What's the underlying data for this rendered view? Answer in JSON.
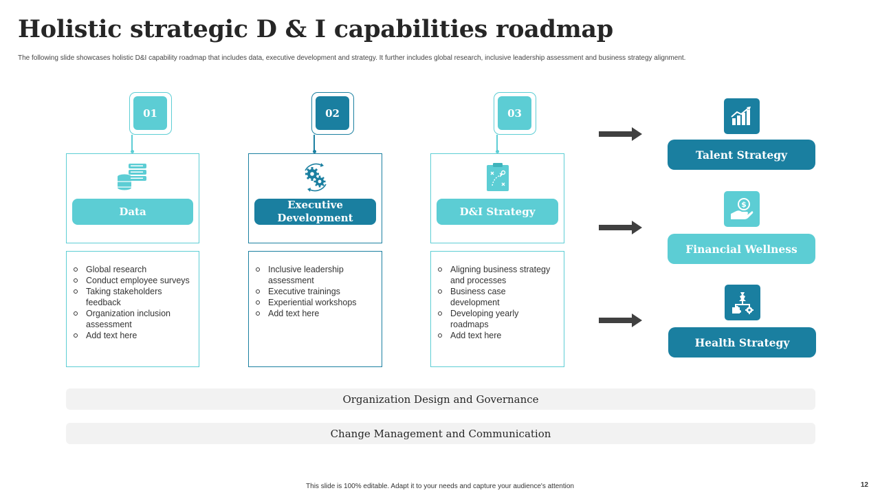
{
  "title": "Holistic strategic D & I capabilities roadmap",
  "subtitle": "The following slide showcases holistic D&I capability roadmap that includes data, executive development and strategy. It further includes global research, inclusive leadership assessment and business strategy alignment.",
  "colors": {
    "light_teal": "#5ccdd4",
    "dark_teal": "#1a7fa0",
    "band_gray": "#f2f2f2",
    "arrow": "#404040"
  },
  "columns": [
    {
      "number": "01",
      "label": "Data",
      "icon": "database-icon",
      "items": [
        "Global research",
        "Conduct employee surveys",
        "Taking stakeholders feedback",
        "Organization inclusion assessment",
        "Add text here"
      ]
    },
    {
      "number": "02",
      "label": "Executive Development",
      "icon": "gears-icon",
      "items": [
        "Inclusive leadership assessment",
        "Executive trainings",
        "Experiential workshops",
        "Add text here"
      ]
    },
    {
      "number": "03",
      "label": "D&I Strategy",
      "icon": "strategy-board-icon",
      "items": [
        "Aligning business strategy and processes",
        "Business case development",
        "Developing yearly roadmaps",
        "Add text here"
      ]
    }
  ],
  "strategies": [
    {
      "label": "Talent Strategy",
      "icon": "growth-chart-icon"
    },
    {
      "label": "Financial Wellness",
      "icon": "money-hand-icon"
    },
    {
      "label": "Health Strategy",
      "icon": "chess-puzzle-icon"
    }
  ],
  "bands": [
    "Organization Design and Governance",
    "Change Management and Communication"
  ],
  "footer": "This slide is 100% editable. Adapt it to your needs and capture your audience's attention",
  "page_number": "12"
}
